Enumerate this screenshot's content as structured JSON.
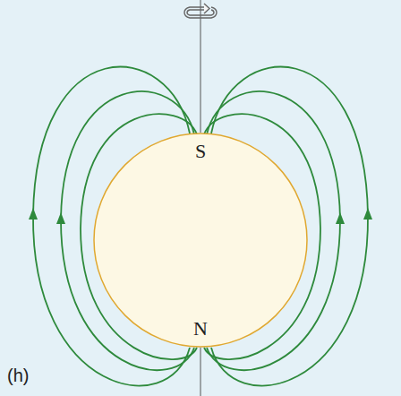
{
  "diagram": {
    "nodes": [
      {
        "text": [
          "S",
          "N"
        ]
      }
    ],
    "labels": [
      "(h)"
    ]
  }
}
